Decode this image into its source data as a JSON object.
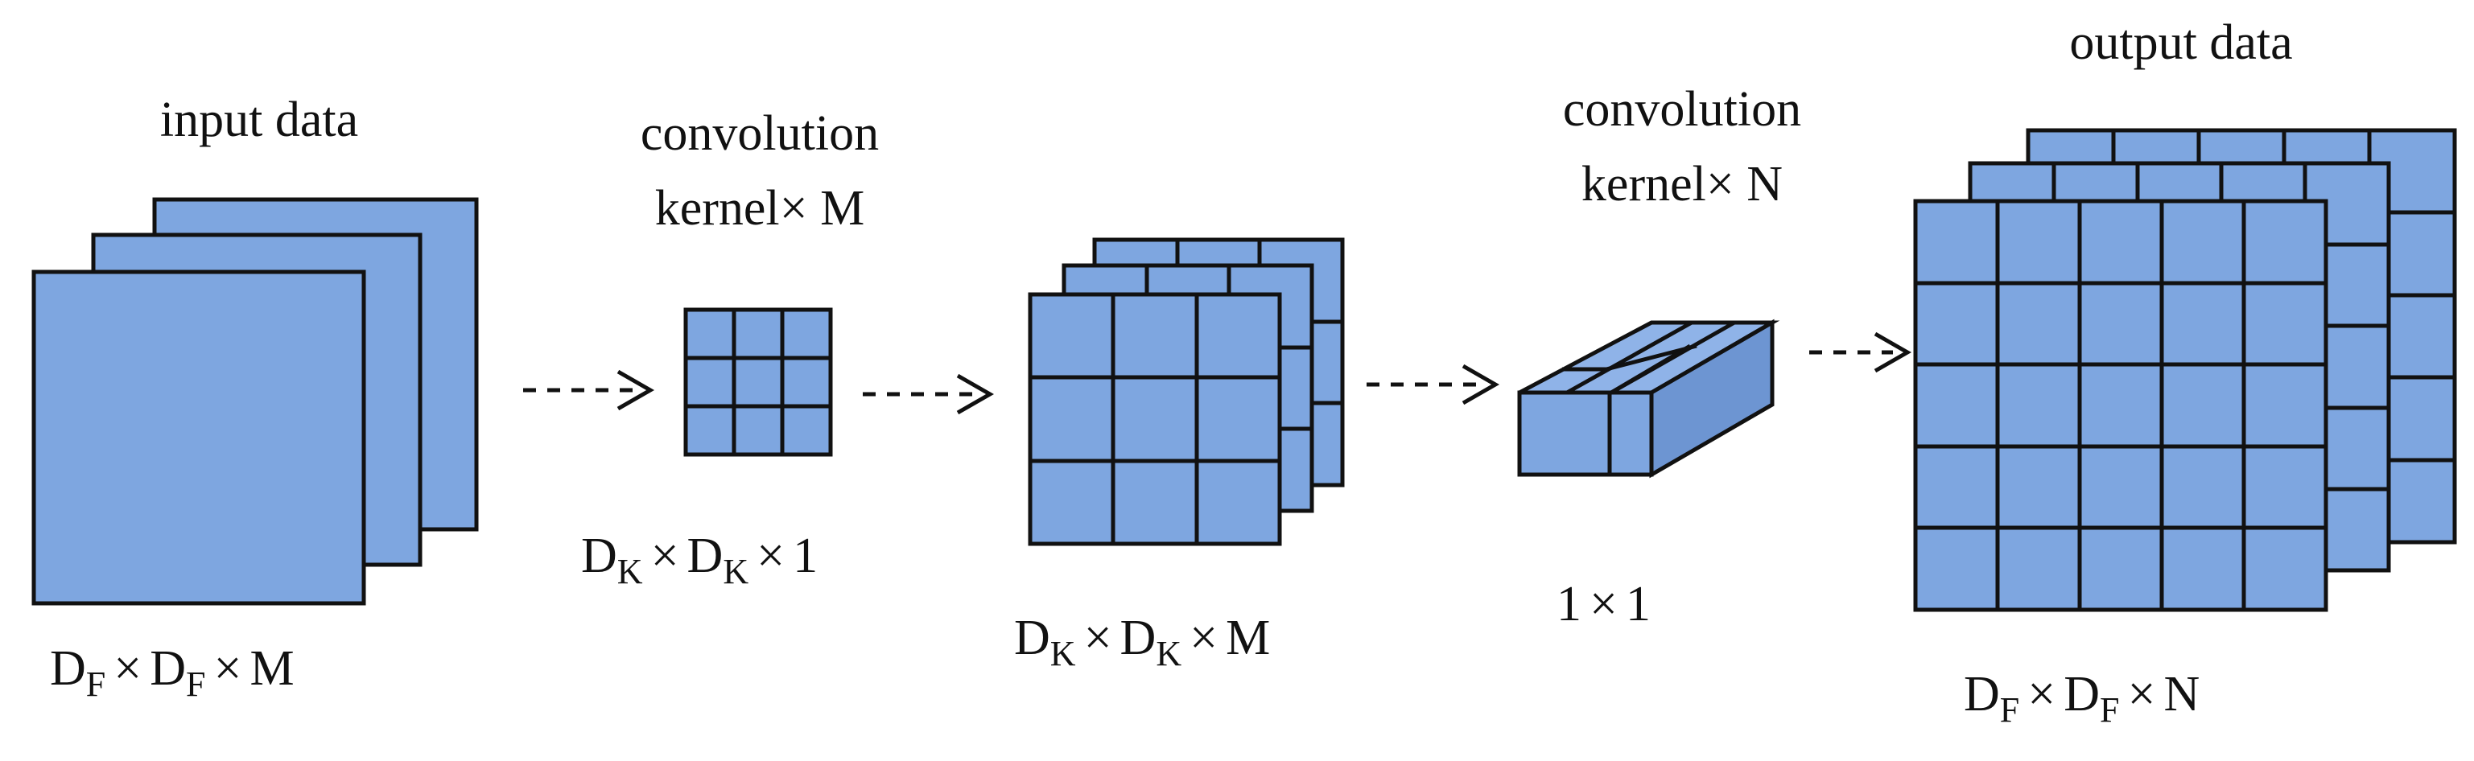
{
  "colors": {
    "fill": "#7ea6e0",
    "fill_side": "#6d95d2",
    "fill_top": "#8fb3e8",
    "stroke": "#111111"
  },
  "labels": {
    "input_title": "input data",
    "dw_title_line1": "convolution",
    "dw_title_line2": "kernel× M",
    "pw_title_line1": "convolution",
    "pw_title_line2": "kernel× N",
    "output_title": "output data"
  },
  "dims": {
    "input": {
      "a": "D",
      "a_sub": "F",
      "x1": "×",
      "b": "D",
      "b_sub": "F",
      "x2": "×",
      "c": "M"
    },
    "dw_kernel": {
      "a": "D",
      "a_sub": "K",
      "x1": "×",
      "b": "D",
      "b_sub": "K",
      "x2": "×",
      "c": "1"
    },
    "dw_stack": {
      "a": "D",
      "a_sub": "K",
      "x1": "×",
      "b": "D",
      "b_sub": "K",
      "x2": "×",
      "c": "M"
    },
    "pw_kernel": {
      "a": "1",
      "x1": "×",
      "b": "1"
    },
    "output": {
      "a": "D",
      "a_sub": "F",
      "x1": "×",
      "b": "D",
      "b_sub": "F",
      "x2": "×",
      "c": "N"
    }
  }
}
